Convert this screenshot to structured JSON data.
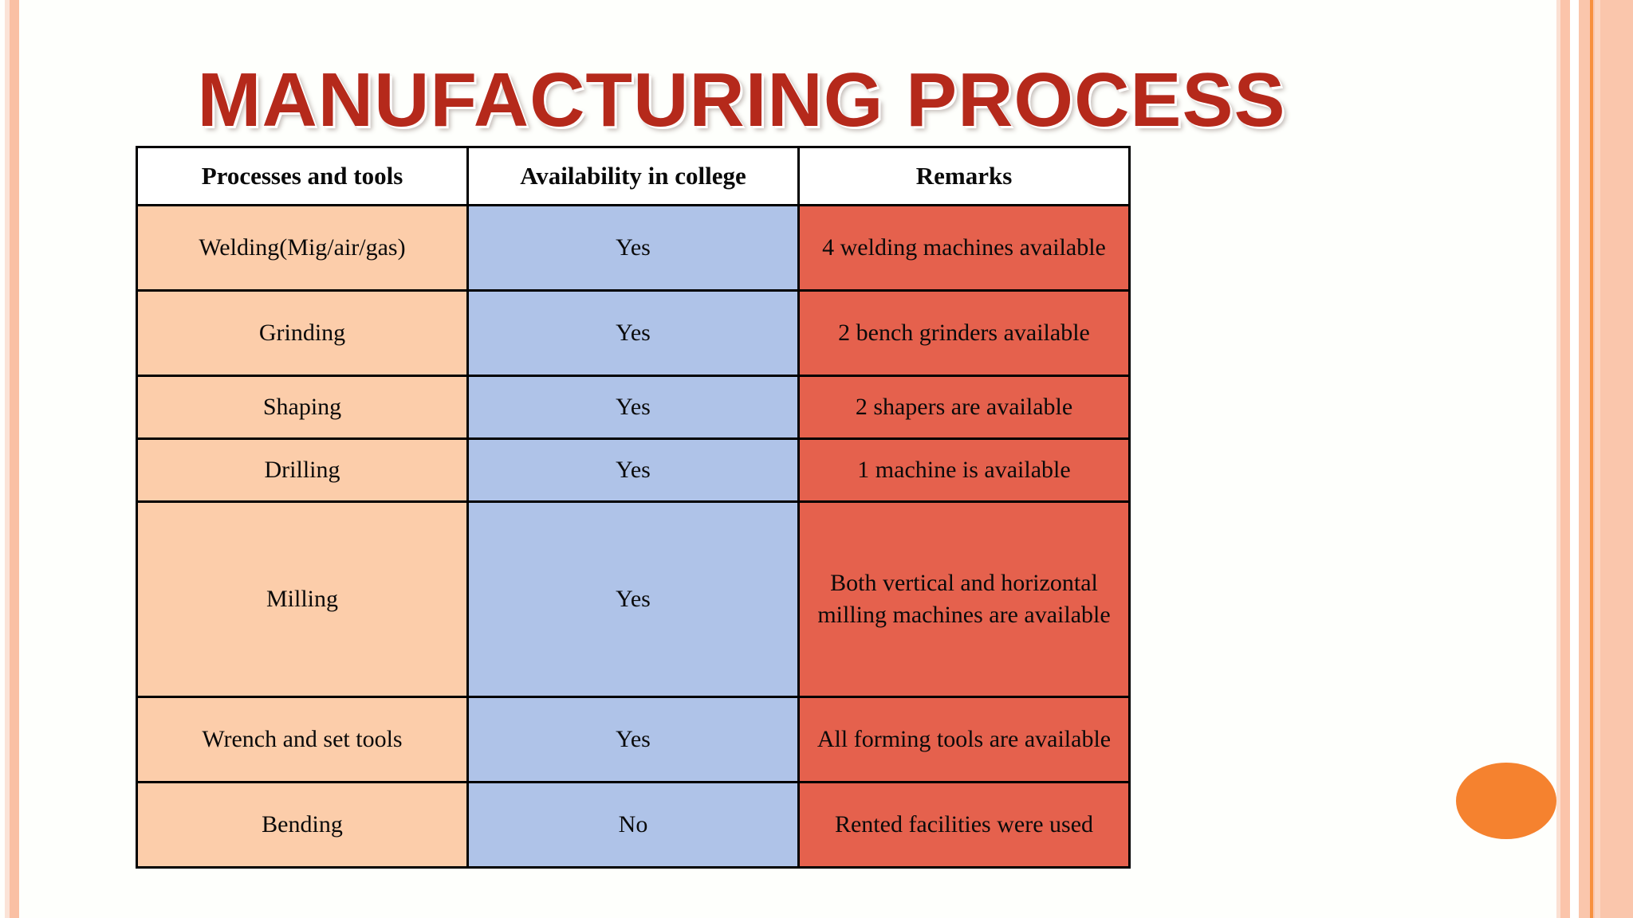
{
  "page": {
    "title": "MANUFACTURING PROCESS",
    "title_color": "#B5291B",
    "background_color": "#FEFFFC"
  },
  "decor": {
    "ellipse_color": "#F5822F",
    "stripe_peach": "#FAC0A4",
    "stripe_pale": "#FBE3D6",
    "stripe_orange_line": "#F7913F"
  },
  "table": {
    "columns": [
      {
        "key": "process",
        "label": "Processes and tools",
        "fill": "#FCCDAA"
      },
      {
        "key": "availability",
        "label": "Availability in college",
        "fill": "#AFC3E8"
      },
      {
        "key": "remarks",
        "label": "Remarks",
        "fill": "#E5614D"
      }
    ],
    "rows": [
      {
        "process": "Welding(Mig/air/gas)",
        "availability": "Yes",
        "remarks": "4 welding machines available",
        "height": "md"
      },
      {
        "process": "Grinding",
        "availability": "Yes",
        "remarks": "2 bench grinders available",
        "height": "md"
      },
      {
        "process": "Shaping",
        "availability": "Yes",
        "remarks": "2 shapers are available",
        "height": "sm"
      },
      {
        "process": "Drilling",
        "availability": "Yes",
        "remarks": "1 machine is available",
        "height": "sm"
      },
      {
        "process": "Milling",
        "availability": "Yes",
        "remarks": "Both vertical and horizontal milling machines are available",
        "height": "lg"
      },
      {
        "process": "Wrench and set tools",
        "availability": "Yes",
        "remarks": "All forming tools are available",
        "height": "md"
      },
      {
        "process": "Bending",
        "availability": "No",
        "remarks": "Rented facilities were used",
        "height": "md"
      }
    ]
  }
}
